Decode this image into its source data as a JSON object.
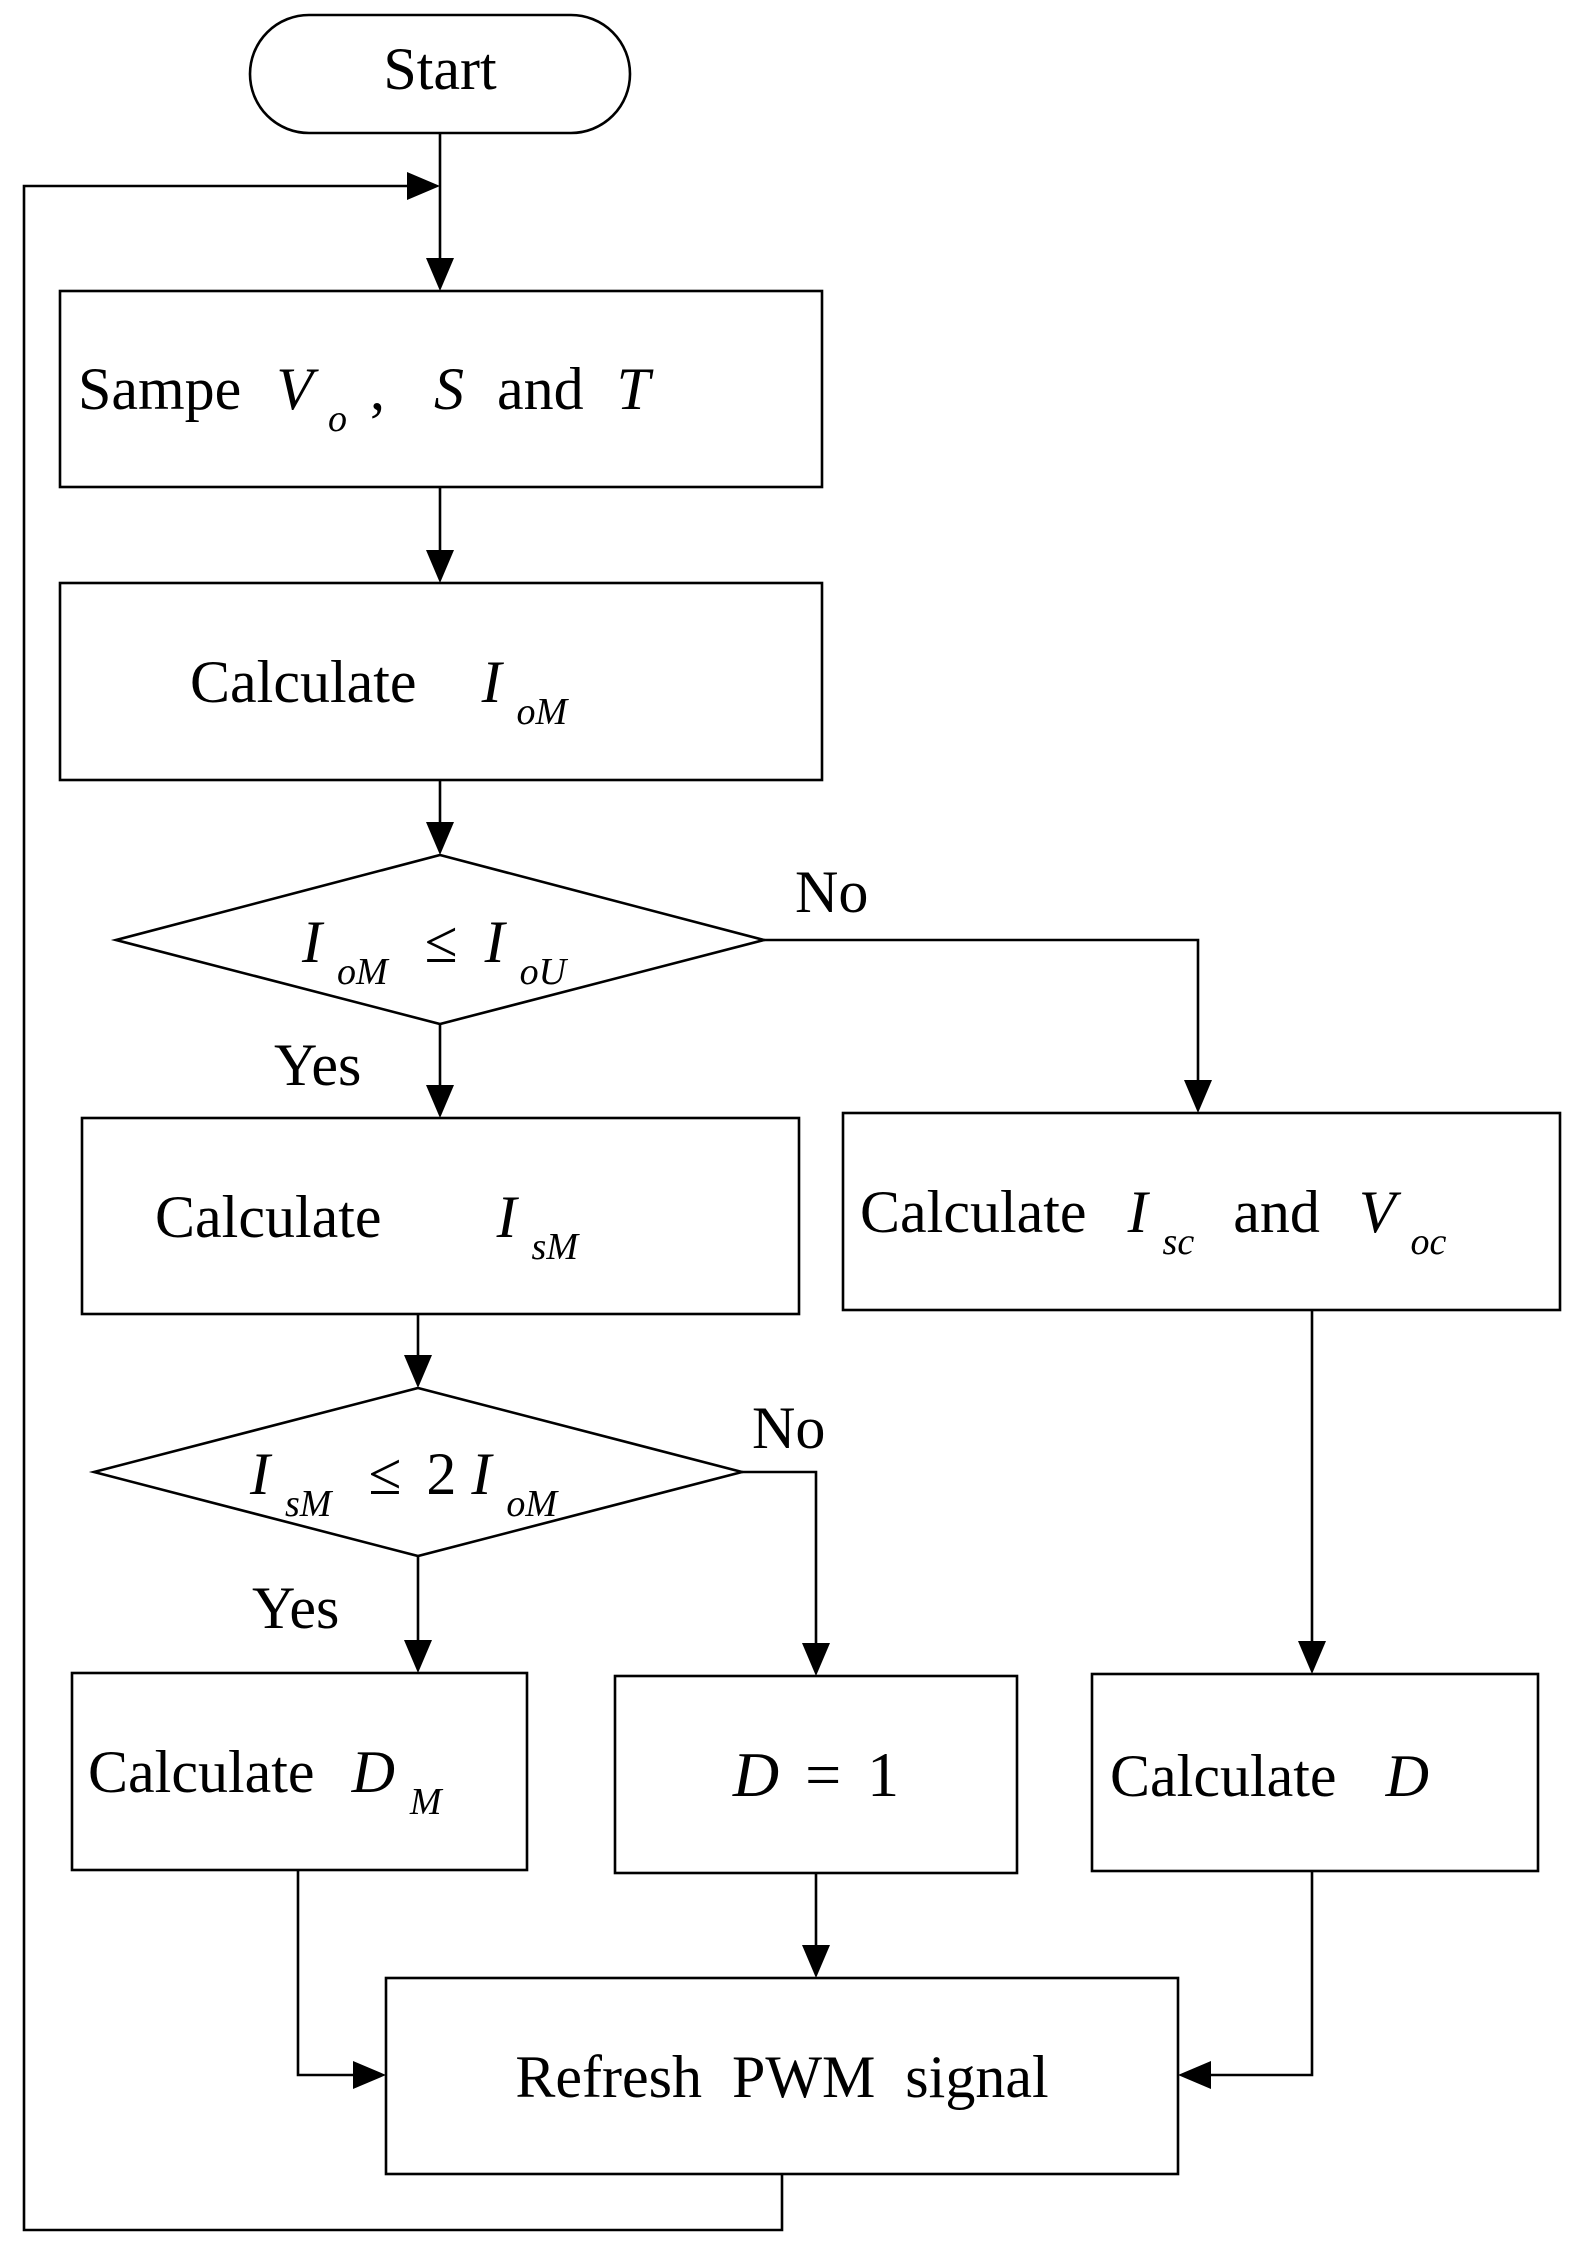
{
  "start": "Start",
  "sample": {
    "prefix": "Sampe",
    "v": "V",
    "v_sub": "o",
    "sep": ",",
    "s": "S",
    "and": "and",
    "t": "T"
  },
  "calc_iom": {
    "label": "Calculate",
    "sym": "I",
    "sub": "oM"
  },
  "decision1": {
    "lhs": "I",
    "lhs_sub": "oM",
    "op": "≤",
    "rhs": "I",
    "rhs_sub": "oU",
    "yes": "Yes",
    "no": "No"
  },
  "calc_ism": {
    "label": "Calculate",
    "sym": "I",
    "sub": "sM"
  },
  "calc_isc": {
    "label": "Calculate",
    "i": "I",
    "i_sub": "sc",
    "and": "and",
    "v": "V",
    "v_sub": "oc"
  },
  "decision2": {
    "lhs": "I",
    "lhs_sub": "sM",
    "op": "≤",
    "coef": "2",
    "rhs": "I",
    "rhs_sub": "oM",
    "yes": "Yes",
    "no": "No"
  },
  "calc_dm": {
    "label": "Calculate",
    "sym": "D",
    "sub": "M"
  },
  "d_one": {
    "sym": "D",
    "eq": "=",
    "val": "1"
  },
  "calc_d": {
    "label": "Calculate",
    "sym": "D"
  },
  "refresh": "Refresh  PWM  signal"
}
